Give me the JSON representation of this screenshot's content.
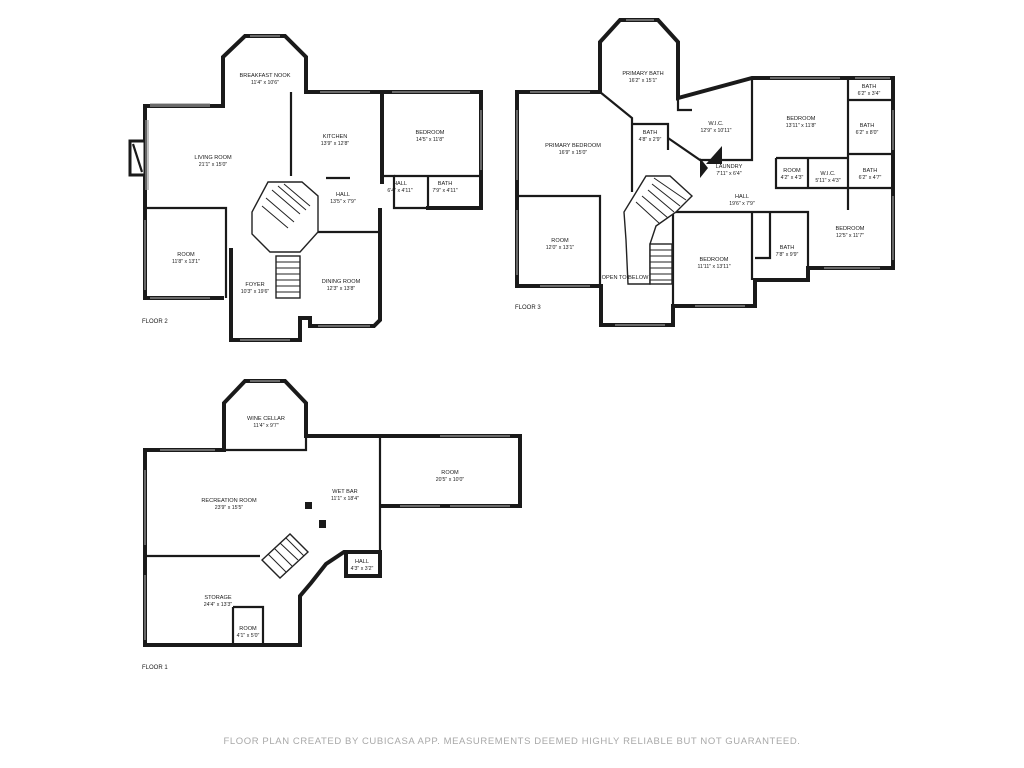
{
  "floors": {
    "floor2": {
      "label": "FLOOR 2",
      "rooms": {
        "breakfast_nook": {
          "name": "BREAKFAST NOOK",
          "dims": "11'4\" x 10'6\""
        },
        "living_room": {
          "name": "LIVING ROOM",
          "dims": "21'1\" x 15'0\""
        },
        "kitchen": {
          "name": "KITCHEN",
          "dims": "13'9\" x 12'8\""
        },
        "bedroom": {
          "name": "BEDROOM",
          "dims": "14'5\" x 11'8\""
        },
        "hall_a": {
          "name": "HALL",
          "dims": "13'5\" x 7'9\""
        },
        "hall_b": {
          "name": "HALL",
          "dims": "6'4\" x 4'11\""
        },
        "bath": {
          "name": "BATH",
          "dims": "7'9\" x 4'11\""
        },
        "room": {
          "name": "ROOM",
          "dims": "11'8\" x 13'1\""
        },
        "foyer": {
          "name": "FOYER",
          "dims": "10'3\" x 19'6\""
        },
        "dining_room": {
          "name": "DINING ROOM",
          "dims": "12'3\" x 13'8\""
        }
      }
    },
    "floor3": {
      "label": "FLOOR 3",
      "rooms": {
        "primary_bath": {
          "name": "PRIMARY BATH",
          "dims": "16'2\" x 15'1\""
        },
        "primary_bedroom": {
          "name": "PRIMARY BEDROOM",
          "dims": "16'9\" x 15'0\""
        },
        "bath_small": {
          "name": "BATH",
          "dims": "4'8\" x 2'9\""
        },
        "wic_large": {
          "name": "W.I.C.",
          "dims": "12'9\" x 10'11\""
        },
        "bedroom_ne": {
          "name": "BEDROOM",
          "dims": "13'11\" x 11'8\""
        },
        "bath_ne1": {
          "name": "BATH",
          "dims": "6'2\" x 3'4\""
        },
        "bath_ne2": {
          "name": "BATH",
          "dims": "6'2\" x 8'0\""
        },
        "laundry": {
          "name": "LAUNDRY",
          "dims": "7'11\" x 6'4\""
        },
        "room_small": {
          "name": "ROOM",
          "dims": "4'2\" x 4'3\""
        },
        "wic_small": {
          "name": "W.I.C.",
          "dims": "5'11\" x 4'3\""
        },
        "bath_ne3": {
          "name": "BATH",
          "dims": "6'2\" x 4'7\""
        },
        "hall": {
          "name": "HALL",
          "dims": "19'6\" x 7'9\""
        },
        "room": {
          "name": "ROOM",
          "dims": "12'0\" x 13'1\""
        },
        "open_to_below": {
          "name": "OPEN TO BELOW"
        },
        "bedroom_mid": {
          "name": "BEDROOM",
          "dims": "11'11\" x 13'11\""
        },
        "bath_mid": {
          "name": "BATH",
          "dims": "7'8\" x 9'9\""
        },
        "bedroom_se": {
          "name": "BEDROOM",
          "dims": "12'5\" x 11'7\""
        }
      }
    },
    "floor1": {
      "label": "FLOOR 1",
      "rooms": {
        "wine_cellar": {
          "name": "WINE CELLAR",
          "dims": "11'4\" x 9'7\""
        },
        "recreation_room": {
          "name": "RECREATION ROOM",
          "dims": "23'9\" x 15'5\""
        },
        "wet_bar": {
          "name": "WET BAR",
          "dims": "11'1\" x 18'4\""
        },
        "room_east": {
          "name": "ROOM",
          "dims": "20'5\" x 10'0\""
        },
        "hall": {
          "name": "HALL",
          "dims": "4'3\" x 3'2\""
        },
        "storage": {
          "name": "STORAGE",
          "dims": "24'4\" x 13'3\""
        },
        "room_small": {
          "name": "ROOM",
          "dims": "4'1\" x 5'0\""
        }
      }
    }
  },
  "footer": {
    "disclaimer": "FLOOR PLAN CREATED BY CUBICASA APP. MEASUREMENTS DEEMED HIGHLY RELIABLE BUT NOT GUARANTEED."
  }
}
